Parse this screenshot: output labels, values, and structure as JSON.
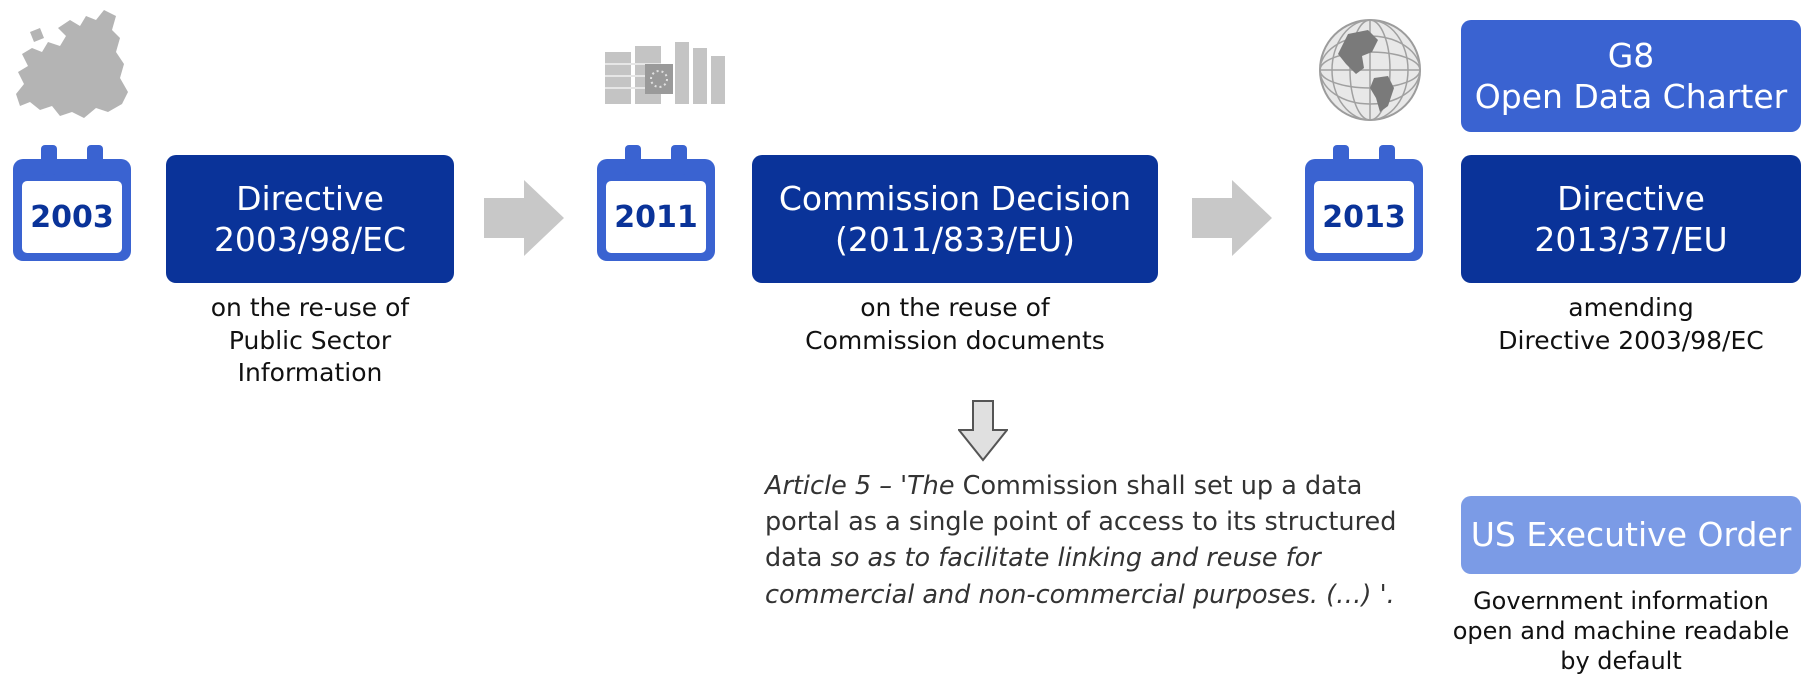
{
  "timeline": [
    {
      "year": "2003",
      "box_lines": [
        "Directive",
        "2003/98/EC"
      ],
      "caption_lines": [
        "on the re-use of",
        "Public Sector",
        "Information"
      ]
    },
    {
      "year": "2011",
      "box_lines": [
        "Commission Decision",
        "(2011/833/EU)"
      ],
      "caption_lines": [
        "on the reuse of",
        "Commission documents"
      ]
    },
    {
      "year": "2013",
      "box_lines": [
        "Directive",
        "2013/37/EU"
      ],
      "caption_lines": [
        "amending",
        "Directive 2003/98/EC"
      ]
    }
  ],
  "g8": {
    "lines": [
      "G8",
      "Open Data Charter"
    ]
  },
  "us": {
    "label": "US Executive Order",
    "caption_lines": [
      "Government information",
      "open and machine readable",
      "by default"
    ]
  },
  "article": {
    "part1_italic": "Article 5 – 'The",
    "part2": " Commission shall set up a data portal as a single point of access to its structured data ",
    "part3_italic": "so as to facilitate linking and reuse for commercial and non-commercial purposes. (…) '."
  },
  "icons": [
    "europe-map-icon",
    "commission-building-icon",
    "globe-icon",
    "calendar-icon",
    "arrow-right-icon",
    "arrow-down-icon"
  ],
  "colors": {
    "dark_blue": "#0a3399",
    "mid_blue": "#3a63d1",
    "pale_blue": "#7b9be6",
    "arrow_grey": "#c8c8c8"
  }
}
